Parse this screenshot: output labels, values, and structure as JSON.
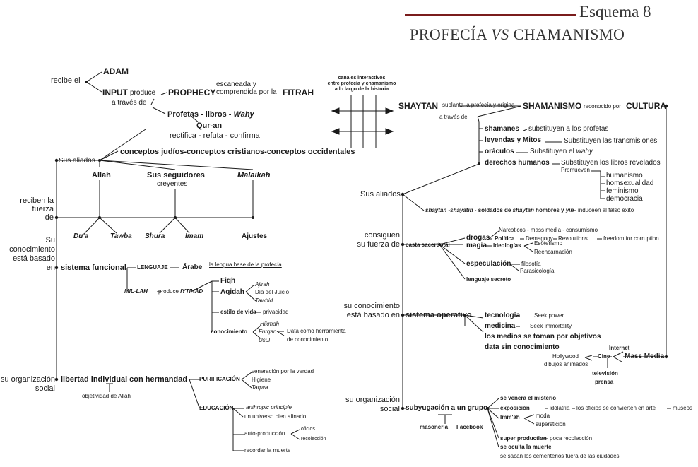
{
  "header": {
    "esquema": "Esquema 8",
    "title_a": "PROFECÍA ",
    "title_vs": "VS",
    "title_b": " CHAMANISMO"
  },
  "colors": {
    "line": "#1a1a1a",
    "header_bar": "#7a1c1c"
  },
  "left": {
    "recibe_el": "recibe el",
    "adam": "ADAM",
    "input": "INPUT",
    "produce": "produce",
    "prophecy": "PROPHECY",
    "escaneada": "escaneada y",
    "comprendida": "comprendida por la",
    "fitrah": "FITRAH",
    "a_traves": "a través de",
    "profetas": "Profetas - libros - ",
    "wahy": "Wahy",
    "quran": "Qur-an",
    "rectifica": "rectifica - refuta - confirma",
    "conceptos": "conceptos judíos-conceptos cristianos-conceptos occidentales",
    "sus_aliados": "Sus aliados",
    "allah": "Allah",
    "seguidores": "Sus seguidores",
    "creyentes": "creyentes",
    "malaikah": "Malaikah",
    "reciben_1": "reciben la",
    "reciben_2": "fuerza",
    "reciben_3": "de",
    "dua": "Du'a",
    "tawba": "Tawba",
    "shura": "Shura",
    "imam": "Imam",
    "ajustes": "Ajustes",
    "su_con_1": "Su",
    "su_con_2": "conocimiento",
    "su_con_3": "está basado",
    "su_con_4": "en",
    "sistema_funcional": "sistema funcional",
    "lenguaje": "LENGUAJE",
    "arabe": "Árabe",
    "lengua_base": "la lengua base de la profecía",
    "millah": "MIL-LAH",
    "produce2": "produce ",
    "ijtihad": "IYTIHAD",
    "fiqh": "Fiqh",
    "aqidah": "Aqidah",
    "ajirah": "Ajirah",
    "dia_juicio": "Día del Juicio",
    "tawhid": "Tawhid",
    "estilo": "estilo de vida",
    "privacidad": "privacidad",
    "conocimiento": "conocimiento",
    "hikmah": "Hikmah",
    "furqan": "Furqan",
    "usul": "Usul",
    "data_her_1": "Data como herramienta",
    "data_her_2": "de conocimiento",
    "org_1": "su organización",
    "org_2": "social",
    "libertad": "libertad individual con hermandad",
    "objetividad": "objetividad de Allah",
    "purificacion": "PURIFICACIÓN",
    "veneracion": "veneración por la verdad",
    "higiene": "Higiene",
    "taqwa": "Taqwa",
    "educacion": "EDUCACIÓN",
    "anthropic": "anthropic principle",
    "universo": "un universo bien afinado",
    "autoproduccion": "auto-producción",
    "oficios": "oficios",
    "recoleccion": "recolección",
    "recordar": "recordar la muerte"
  },
  "center": {
    "canales_1": "canales interactivos",
    "canales_2": "entre profecía y chamanismo",
    "canales_3": "a lo largo de la historia"
  },
  "right": {
    "shaytan": "SHAYTAN",
    "suplanta": "suplanta la profecía y origina",
    "shamanismo": "SHAMANISMO",
    "reconocido": "reconocido por",
    "cultura": "CULTURA",
    "a_traves": "a través de",
    "shamanes": "shamanes",
    "subst_prof": "substituyen a los profetas",
    "leyendas": "leyendas y Mitos",
    "subst_trans": "Substituyen las transmisiones",
    "oraculos": "oráculos",
    "subst_wahy_a": "Substituyen el ",
    "subst_wahy_b": "wahy",
    "derechos": "derechos humanos",
    "subst_libros": "Substituyen los libros revelados",
    "promueven": "Promueven",
    "humanismo": "humanismo",
    "homsexualidad": "homsexualidad",
    "feminismo": "feminismo",
    "democracia": "democracia",
    "sus_aliados": "Sus aliados",
    "shaytan_sh": "shaytan -shayatin",
    "soldados": " - soldados de ",
    "shaytan2": "shaytan",
    "hombres": " hombres y ",
    "yin": "yin",
    "inducen": "induceen al falso éxito",
    "cons_1": "consiguen",
    "cons_2": "su fuerza de",
    "casta": "casta sacerdotal",
    "drogas": "drogas",
    "magia": "magia",
    "narcoticos": "Narcoticos - mass media - consumismo",
    "politica": "Política",
    "demagogy": "Demagogy",
    "revolutions": "Revolutions",
    "freedom": "freedom for corruption",
    "ideologias": "Ideologías",
    "esoterismo": "Esoterismo",
    "reencarnacion": "Reencarnación",
    "especulacion": "especulación",
    "filosofia": "filosofía",
    "parasicologia": "Parasicología",
    "lenguaje_secreto": "lenguaje secreto",
    "sc_1": "su conocimiento",
    "sc_2": "está basado en",
    "sistema_operativo": "sistema operativo",
    "tecnologia": "tecnología",
    "seek_power": "Seek power",
    "medicina": "medicina",
    "seek_immortality": "Seek immortality",
    "medios": "los medios se toman por objetivos",
    "data_sin": "data sin conocimiento",
    "internet": "Internet",
    "cine": "Cine",
    "hollywood": "Hollywood",
    "dibujos": "dibujos animados",
    "mass_media": "Mass Media",
    "television": "televisión",
    "prensa": "prensa",
    "org_1": "su organización",
    "org_2": "social",
    "subyugacion": "subyugación a un grupo",
    "masoneria": "masonería",
    "facebook": "Facebook",
    "venera": "se venera el misterio",
    "exposicion": "exposición",
    "idolatria": "idolatría",
    "oficios_arte": "los oficios se convierten en arte",
    "museos": "museos",
    "immah": "Imm'ah",
    "moda": "moda",
    "supersticion": "superstición",
    "super_production": "super production",
    "poca": "poca recolección",
    "oculta": "se oculta la muerte",
    "cementerios": "se sacan los cementerios fuera de las ciudades"
  }
}
